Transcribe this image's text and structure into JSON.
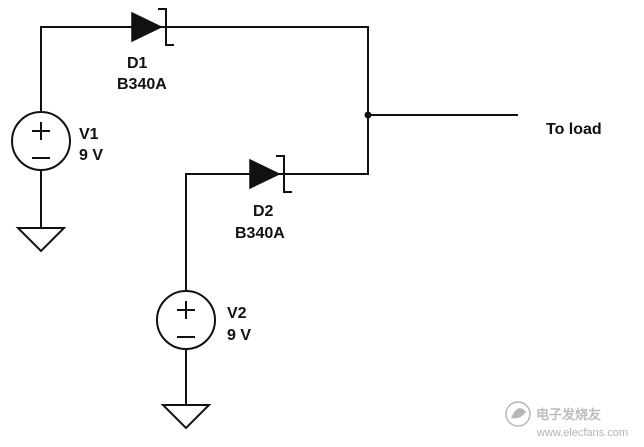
{
  "components": {
    "d1": {
      "ref": "D1",
      "part": "B340A"
    },
    "d2": {
      "ref": "D2",
      "part": "B340A"
    },
    "v1": {
      "ref": "V1",
      "value": "9 V"
    },
    "v2": {
      "ref": "V2",
      "value": "9 V"
    }
  },
  "output_label": "To load",
  "watermark": {
    "name_cn": "电子发烧友",
    "url": "www.elecfans.com"
  }
}
